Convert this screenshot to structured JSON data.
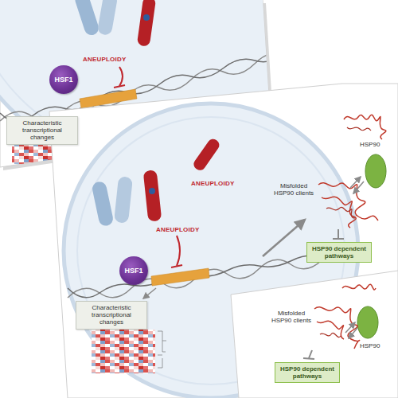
{
  "diagram": {
    "nodes": [
      {
        "text": [
          "HSF1"
        ]
      },
      {
        "text": [
          "Characteristic transcriptional changes"
        ]
      },
      {
        "text": [
          "HSF1"
        ]
      },
      {
        "text": [
          "Characteristic transcriptional changes"
        ]
      },
      {
        "text": [
          "HSP90 dependent pathways"
        ]
      },
      {
        "text": [
          "HSP90 dependent pathways"
        ]
      }
    ],
    "labels": [
      "ANEUPLOIDY",
      "ANEUPLOIDY",
      "ANEUPLOIDY",
      "HSP90",
      "Misfolded HSP90 clients",
      "Misfolded HSP90 clients",
      "HSP90"
    ]
  }
}
